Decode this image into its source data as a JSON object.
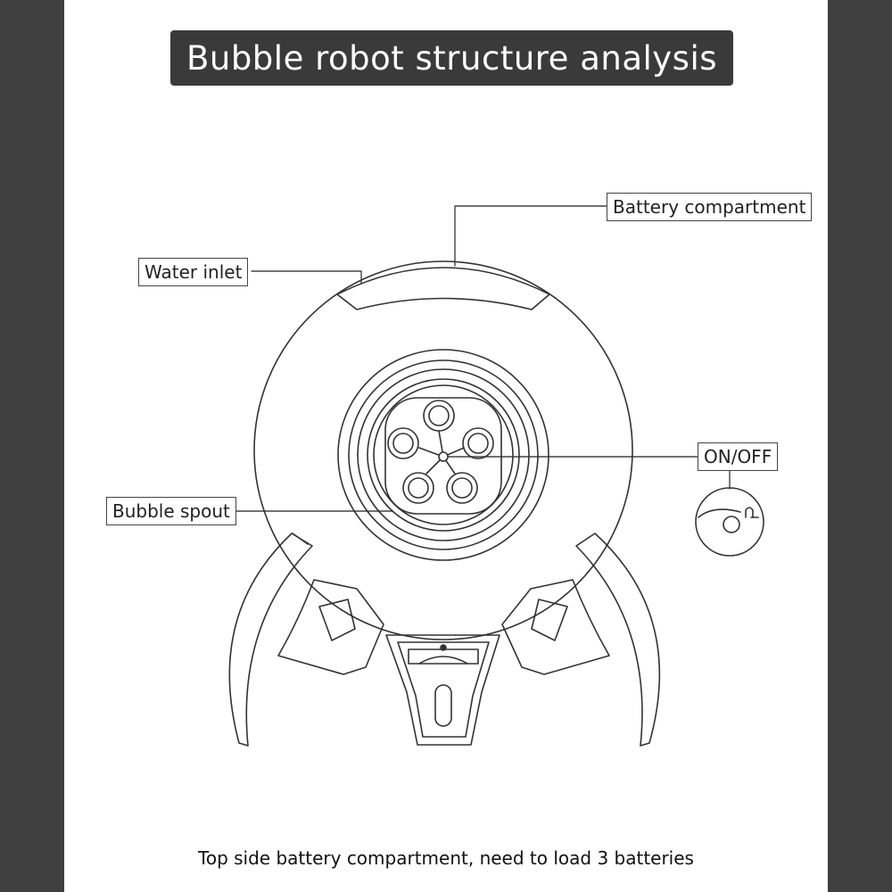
{
  "title": "Bubble robot structure analysis",
  "labels": {
    "battery_compartment": "Battery compartment",
    "water_inlet": "Water inlet",
    "on_off": "ON/OFF",
    "bubble_spout": "Bubble spout"
  },
  "caption": "Top side battery compartment, need to load 3 batteries",
  "colors": {
    "background": "#3f3f3f",
    "card": "#ffffff",
    "title_bar": "#3a3a3a",
    "line": "#333333"
  },
  "icons": [
    "power-switch-icon"
  ]
}
